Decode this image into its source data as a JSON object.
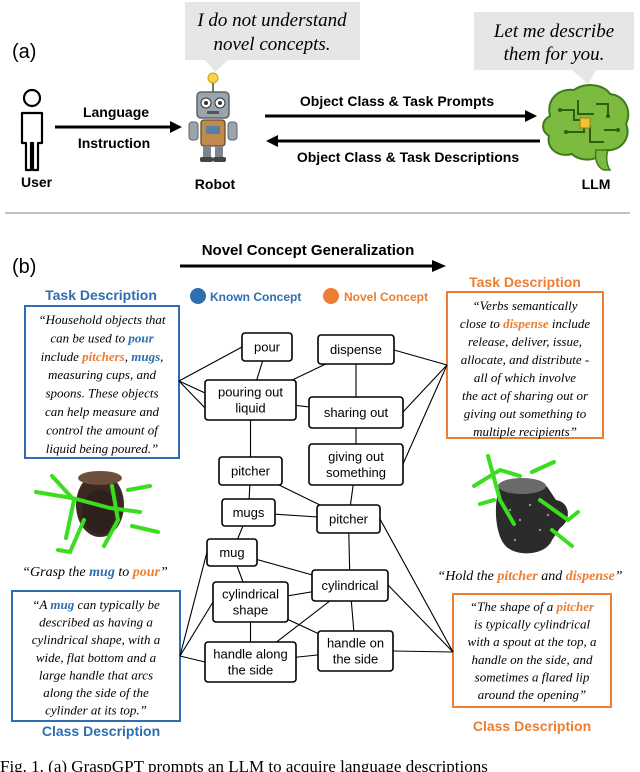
{
  "panel_a": {
    "label": "(a)",
    "user_label": "User",
    "robot_label": "Robot",
    "llm_label": "LLM",
    "instruction_line1": "Language",
    "instruction_line2": "Instruction",
    "prompt_arrow": "Object Class & Task Prompts",
    "description_arrow": "Object Class & Task Descriptions",
    "robot_bubble": [
      "I do not understand",
      "novel concepts."
    ],
    "llm_bubble": [
      "Let me describe",
      "them for you."
    ]
  },
  "panel_b": {
    "label": "(b)",
    "generalization_title": "Novel Concept Generalization",
    "legend_known": "Known Concept",
    "legend_novel": "Novel Concept",
    "colors": {
      "known": "#2e6db0",
      "novel": "#ec7d31"
    },
    "left_task_title": "Task Description",
    "left_class_title": "Class Description",
    "right_task_title": "Task Description",
    "right_class_title": "Class Description",
    "left_task_text": [
      [
        {
          "t": "“Household objects that"
        }
      ],
      [
        {
          "t": "can be used to "
        },
        {
          "t": "pour",
          "c": "known"
        }
      ],
      [
        {
          "t": "include "
        },
        {
          "t": "pitchers",
          "c": "novel"
        },
        {
          "t": ", "
        },
        {
          "t": "mugs",
          "c": "known"
        },
        {
          "t": ","
        }
      ],
      [
        {
          "t": "measuring cups, and"
        }
      ],
      [
        {
          "t": "spoons. These objects"
        }
      ],
      [
        {
          "t": "can help measure and"
        }
      ],
      [
        {
          "t": "control the amount of"
        }
      ],
      [
        {
          "t": "liquid being poured.”"
        }
      ]
    ],
    "left_class_text": [
      [
        {
          "t": "“A "
        },
        {
          "t": "mug",
          "c": "known"
        },
        {
          "t": " can typically be"
        }
      ],
      [
        {
          "t": "described as having a"
        }
      ],
      [
        {
          "t": "cylindrical shape, with a"
        }
      ],
      [
        {
          "t": "wide, flat bottom and a"
        }
      ],
      [
        {
          "t": "large handle that arcs"
        }
      ],
      [
        {
          "t": "along the side of the"
        }
      ],
      [
        {
          "t": "cylinder at its top.”"
        }
      ]
    ],
    "right_task_text": [
      [
        {
          "t": "“Verbs semantically"
        }
      ],
      [
        {
          "t": "close to "
        },
        {
          "t": "dispense",
          "c": "novel"
        },
        {
          "t": " include"
        }
      ],
      [
        {
          "t": "release, deliver, issue,"
        }
      ],
      [
        {
          "t": "allocate, and distribute -"
        }
      ],
      [
        {
          "t": "all of which involve"
        }
      ],
      [
        {
          "t": "the act of sharing out or"
        }
      ],
      [
        {
          "t": "giving out something to"
        }
      ],
      [
        {
          "t": "multiple recipients”"
        }
      ]
    ],
    "right_class_text": [
      [
        {
          "t": "“The shape of a "
        },
        {
          "t": "pitcher",
          "c": "novel"
        }
      ],
      [
        {
          "t": "is typically cylindrical"
        }
      ],
      [
        {
          "t": "with a spout at the top, a"
        }
      ],
      [
        {
          "t": "handle on the side, and"
        }
      ],
      [
        {
          "t": "sometimes a flared lip"
        }
      ],
      [
        {
          "t": "around the opening”"
        }
      ]
    ],
    "left_caption": [
      {
        "t": "“Grasp the "
      },
      {
        "t": "mug",
        "c": "known"
      },
      {
        "t": " to "
      },
      {
        "t": "pour",
        "c": "novel"
      },
      {
        "t": "”"
      }
    ],
    "right_caption": [
      {
        "t": "“Hold the "
      },
      {
        "t": "pitcher",
        "c": "novel"
      },
      {
        "t": " and "
      },
      {
        "t": "dispense",
        "c": "novel"
      },
      {
        "t": "”"
      }
    ],
    "nodes": {
      "pour": [
        "pour"
      ],
      "pouring_out_liquid": [
        "pouring out",
        "liquid"
      ],
      "pitcher_left": [
        "pitcher"
      ],
      "mugs": [
        "mugs"
      ],
      "mug": [
        "mug"
      ],
      "cylindrical_shape": [
        "cylindrical",
        "shape"
      ],
      "handle_along_side": [
        "handle along",
        "the side"
      ],
      "dispense": [
        "dispense"
      ],
      "sharing_out": [
        "sharing out"
      ],
      "giving_out_something": [
        "giving out",
        "something"
      ],
      "pitcher_right": [
        "pitcher"
      ],
      "cylindrical": [
        "cylindrical"
      ],
      "handle_on_side": [
        "handle on",
        "the side"
      ]
    }
  },
  "caption": "Fig. 1.   (a) GraspGPT prompts an LLM to acquire language descriptions"
}
